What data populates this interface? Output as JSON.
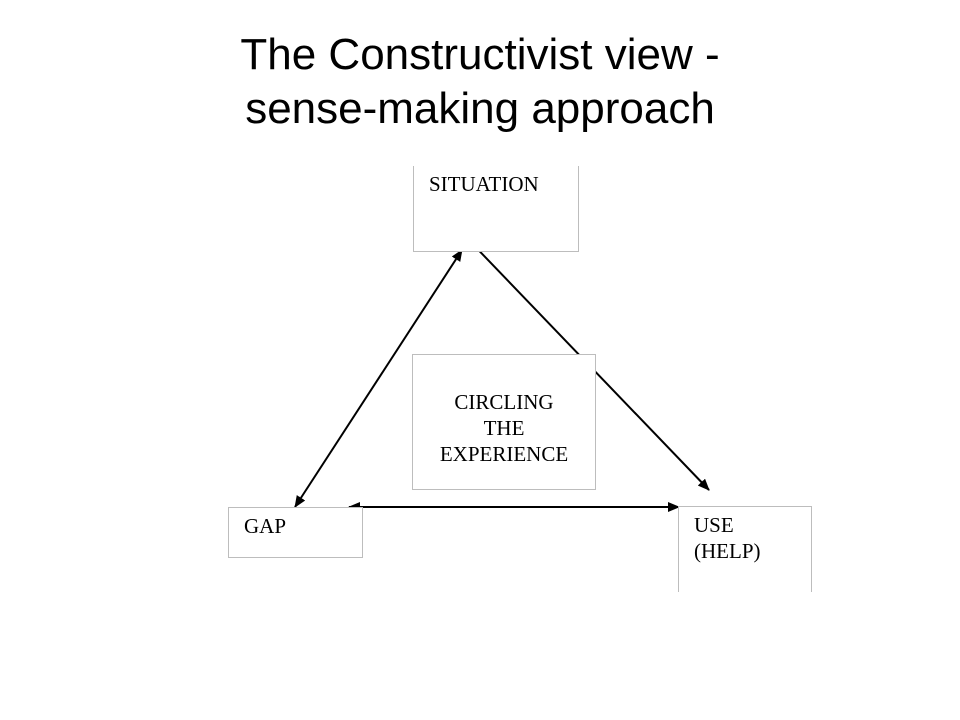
{
  "slide": {
    "title_line1": "The Constructivist view -",
    "title_line2": "sense-making approach"
  },
  "diagram": {
    "situation_label": "SITUATION",
    "center_label_line1": "CIRCLING",
    "center_label_line2": "THE",
    "center_label_line3": "EXPERIENCE",
    "gap_label": "GAP",
    "use_label_line1": "USE",
    "use_label_line2": "(HELP)",
    "arrow_color": "#000000",
    "box_border_color": "#bdbdbd"
  }
}
